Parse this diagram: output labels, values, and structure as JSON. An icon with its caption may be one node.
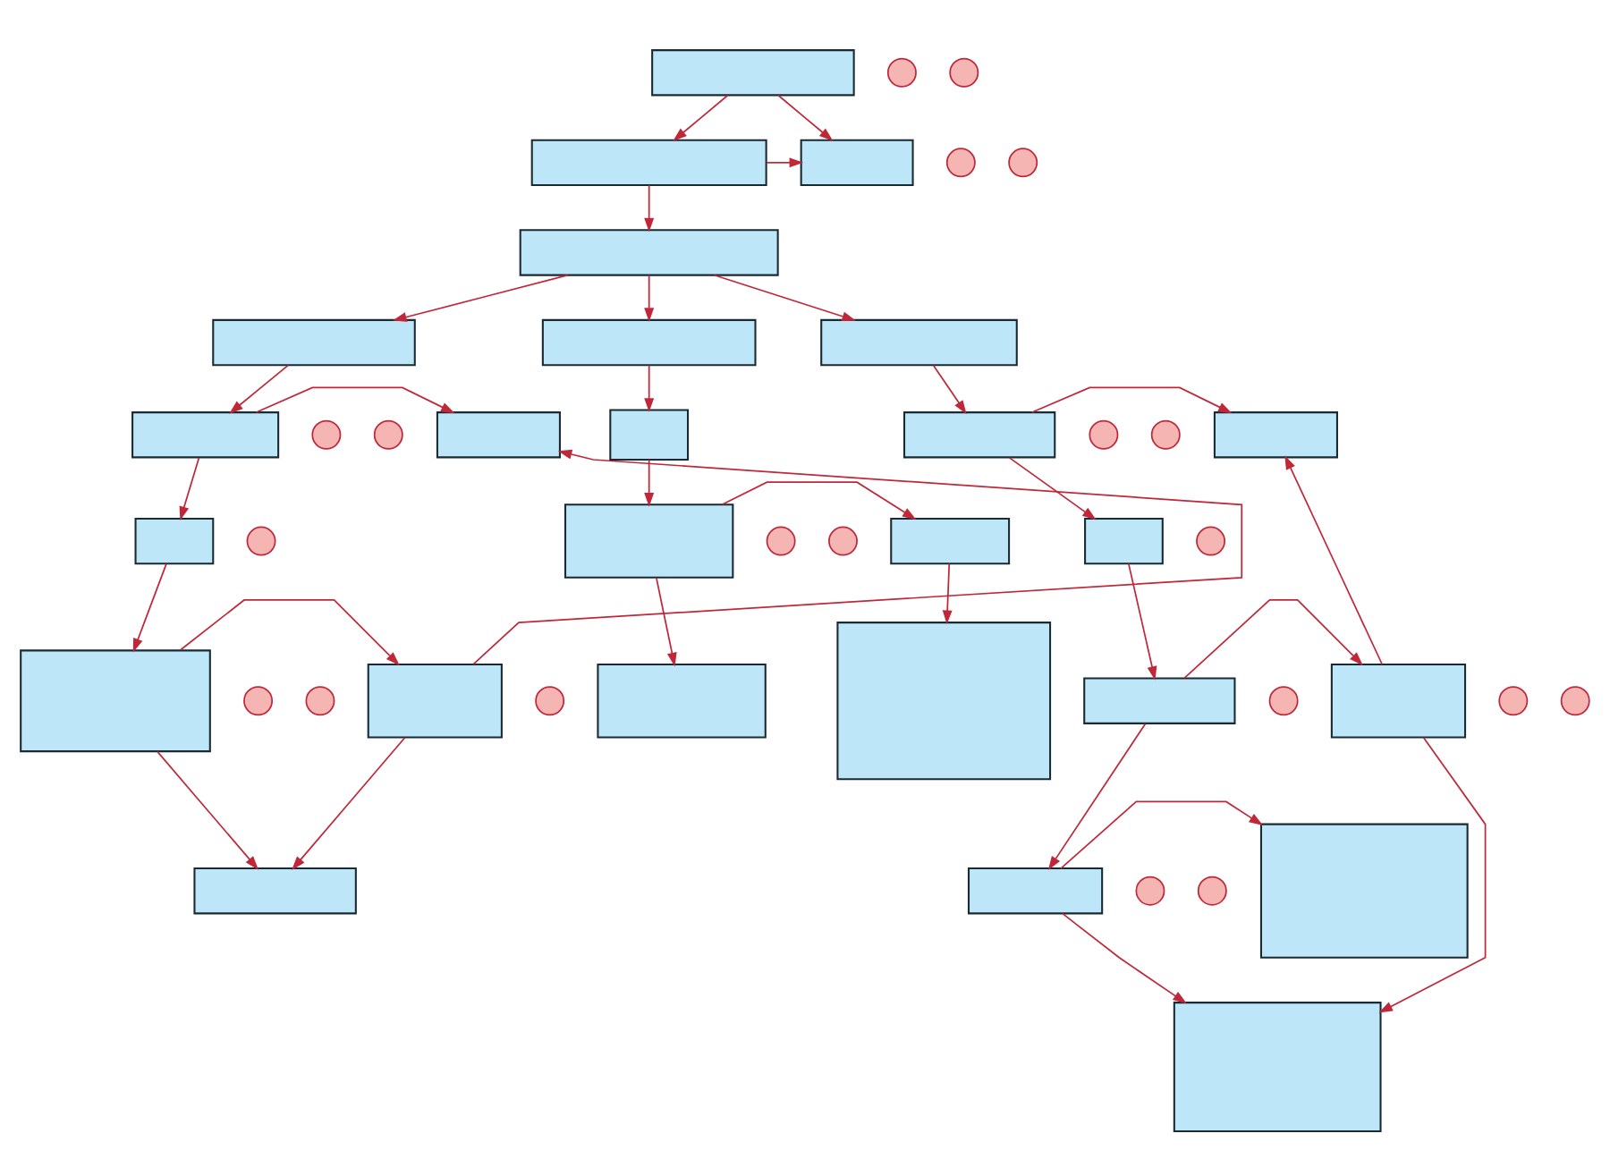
{
  "diagram": {
    "nodes": [
      {
        "text": [],
        "shape": "box"
      },
      {
        "text": [],
        "shape": "box"
      },
      {
        "text": [],
        "shape": "box"
      },
      {
        "text": [],
        "shape": "box"
      },
      {
        "text": [],
        "shape": "box"
      },
      {
        "text": [],
        "shape": "box"
      },
      {
        "text": [],
        "shape": "box"
      },
      {
        "text": [],
        "shape": "box"
      },
      {
        "text": [],
        "shape": "box"
      },
      {
        "text": [],
        "shape": "box"
      },
      {
        "text": [],
        "shape": "box"
      },
      {
        "text": [],
        "shape": "box"
      },
      {
        "text": [],
        "shape": "box"
      },
      {
        "text": [],
        "shape": "box"
      },
      {
        "text": [],
        "shape": "box"
      },
      {
        "text": [],
        "shape": "box"
      },
      {
        "text": [],
        "shape": "box"
      },
      {
        "text": [],
        "shape": "box"
      },
      {
        "text": [],
        "shape": "box"
      },
      {
        "text": [],
        "shape": "box"
      },
      {
        "text": [],
        "shape": "box"
      },
      {
        "text": [],
        "shape": "box"
      },
      {
        "text": [],
        "shape": "box"
      },
      {
        "text": [],
        "shape": "box"
      },
      {
        "text": [],
        "shape": "box"
      },
      {
        "text": [],
        "shape": "box"
      },
      {
        "text": [],
        "shape": "circle"
      },
      {
        "text": [],
        "shape": "circle"
      },
      {
        "text": [],
        "shape": "circle"
      },
      {
        "text": [],
        "shape": "circle"
      },
      {
        "text": [],
        "shape": "circle"
      },
      {
        "text": [],
        "shape": "circle"
      },
      {
        "text": [],
        "shape": "circle"
      },
      {
        "text": [],
        "shape": "circle"
      },
      {
        "text": [],
        "shape": "circle"
      },
      {
        "text": [],
        "shape": "circle"
      },
      {
        "text": [],
        "shape": "circle"
      },
      {
        "text": [],
        "shape": "circle"
      },
      {
        "text": [],
        "shape": "circle"
      },
      {
        "text": [],
        "shape": "circle"
      },
      {
        "text": [],
        "shape": "circle"
      },
      {
        "text": [],
        "shape": "circle"
      },
      {
        "text": [],
        "shape": "circle"
      },
      {
        "text": [],
        "shape": "circle"
      },
      {
        "text": [],
        "shape": "circle"
      },
      {
        "text": [],
        "shape": "circle"
      }
    ],
    "edges": [
      {
        "from": 0,
        "to": 2,
        "arrow": "to"
      },
      {
        "from": 0,
        "to": 1,
        "arrow": "to"
      },
      {
        "from": 2,
        "to": 1,
        "arrow": "to"
      },
      {
        "from": 2,
        "to": 3,
        "arrow": "to"
      },
      {
        "from": 3,
        "to": 4,
        "arrow": "to"
      },
      {
        "from": 3,
        "to": 11,
        "arrow": "to"
      },
      {
        "from": 3,
        "to": 17,
        "arrow": "to"
      },
      {
        "from": 4,
        "to": 5,
        "arrow": "to"
      },
      {
        "from": 5,
        "to": 6,
        "arrow": "to"
      },
      {
        "from": 5,
        "to": 7,
        "arrow": "to"
      },
      {
        "from": 7,
        "to": 8,
        "arrow": "to"
      },
      {
        "from": 8,
        "to": 9,
        "arrow": "to"
      },
      {
        "from": 9,
        "to": 6,
        "arrow": "to"
      },
      {
        "from": 8,
        "to": 10,
        "arrow": "to"
      },
      {
        "from": 9,
        "to": 10,
        "arrow": "to"
      },
      {
        "from": 11,
        "to": 12,
        "arrow": "to"
      },
      {
        "from": 12,
        "to": 13,
        "arrow": "to"
      },
      {
        "from": 13,
        "to": 14,
        "arrow": "to"
      },
      {
        "from": 13,
        "to": 15,
        "arrow": "to"
      },
      {
        "from": 14,
        "to": 16,
        "arrow": "to"
      },
      {
        "from": 17,
        "to": 18,
        "arrow": "to"
      },
      {
        "from": 18,
        "to": 19,
        "arrow": "to"
      },
      {
        "from": 18,
        "to": 20,
        "arrow": "to"
      },
      {
        "from": 20,
        "to": 21,
        "arrow": "to"
      },
      {
        "from": 21,
        "to": 22,
        "arrow": "to"
      },
      {
        "from": 22,
        "to": 19,
        "arrow": "to"
      },
      {
        "from": 21,
        "to": 23,
        "arrow": "to"
      },
      {
        "from": 23,
        "to": 24,
        "arrow": "to"
      },
      {
        "from": 23,
        "to": 25,
        "arrow": "to"
      },
      {
        "from": 22,
        "to": 25,
        "arrow": "to"
      }
    ]
  }
}
